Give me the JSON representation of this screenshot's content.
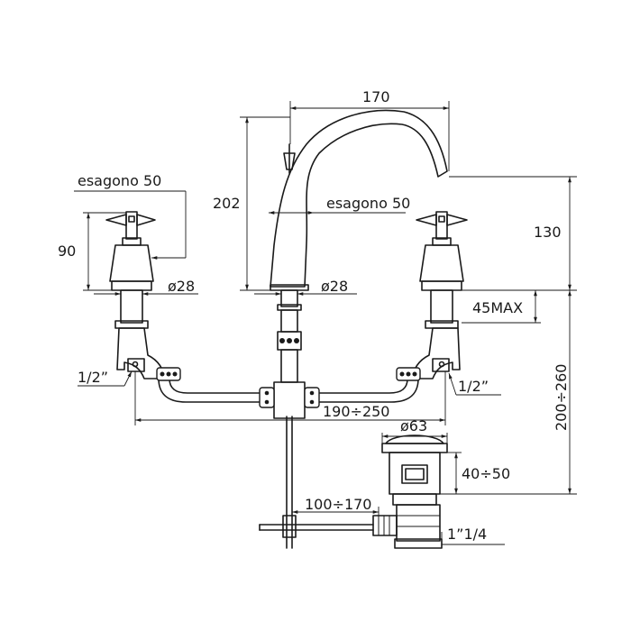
{
  "dimensions": {
    "spout_reach": "170",
    "total_height": "202",
    "hex_left": "esagono  50",
    "hex_center": "esagono  50",
    "handle_height": "90",
    "spout_height": "130",
    "diam_left": "ø28",
    "diam_center": "ø28",
    "max_thickness": "45MAX",
    "thread_left": "1/2”",
    "thread_right": "1/2”",
    "inlet_spacing": "190÷250",
    "under_range": "200÷260",
    "drain_diameter": "ø63",
    "drain_height": "40÷50",
    "rod_length": "100÷170",
    "drain_thread": "1”1/4"
  }
}
